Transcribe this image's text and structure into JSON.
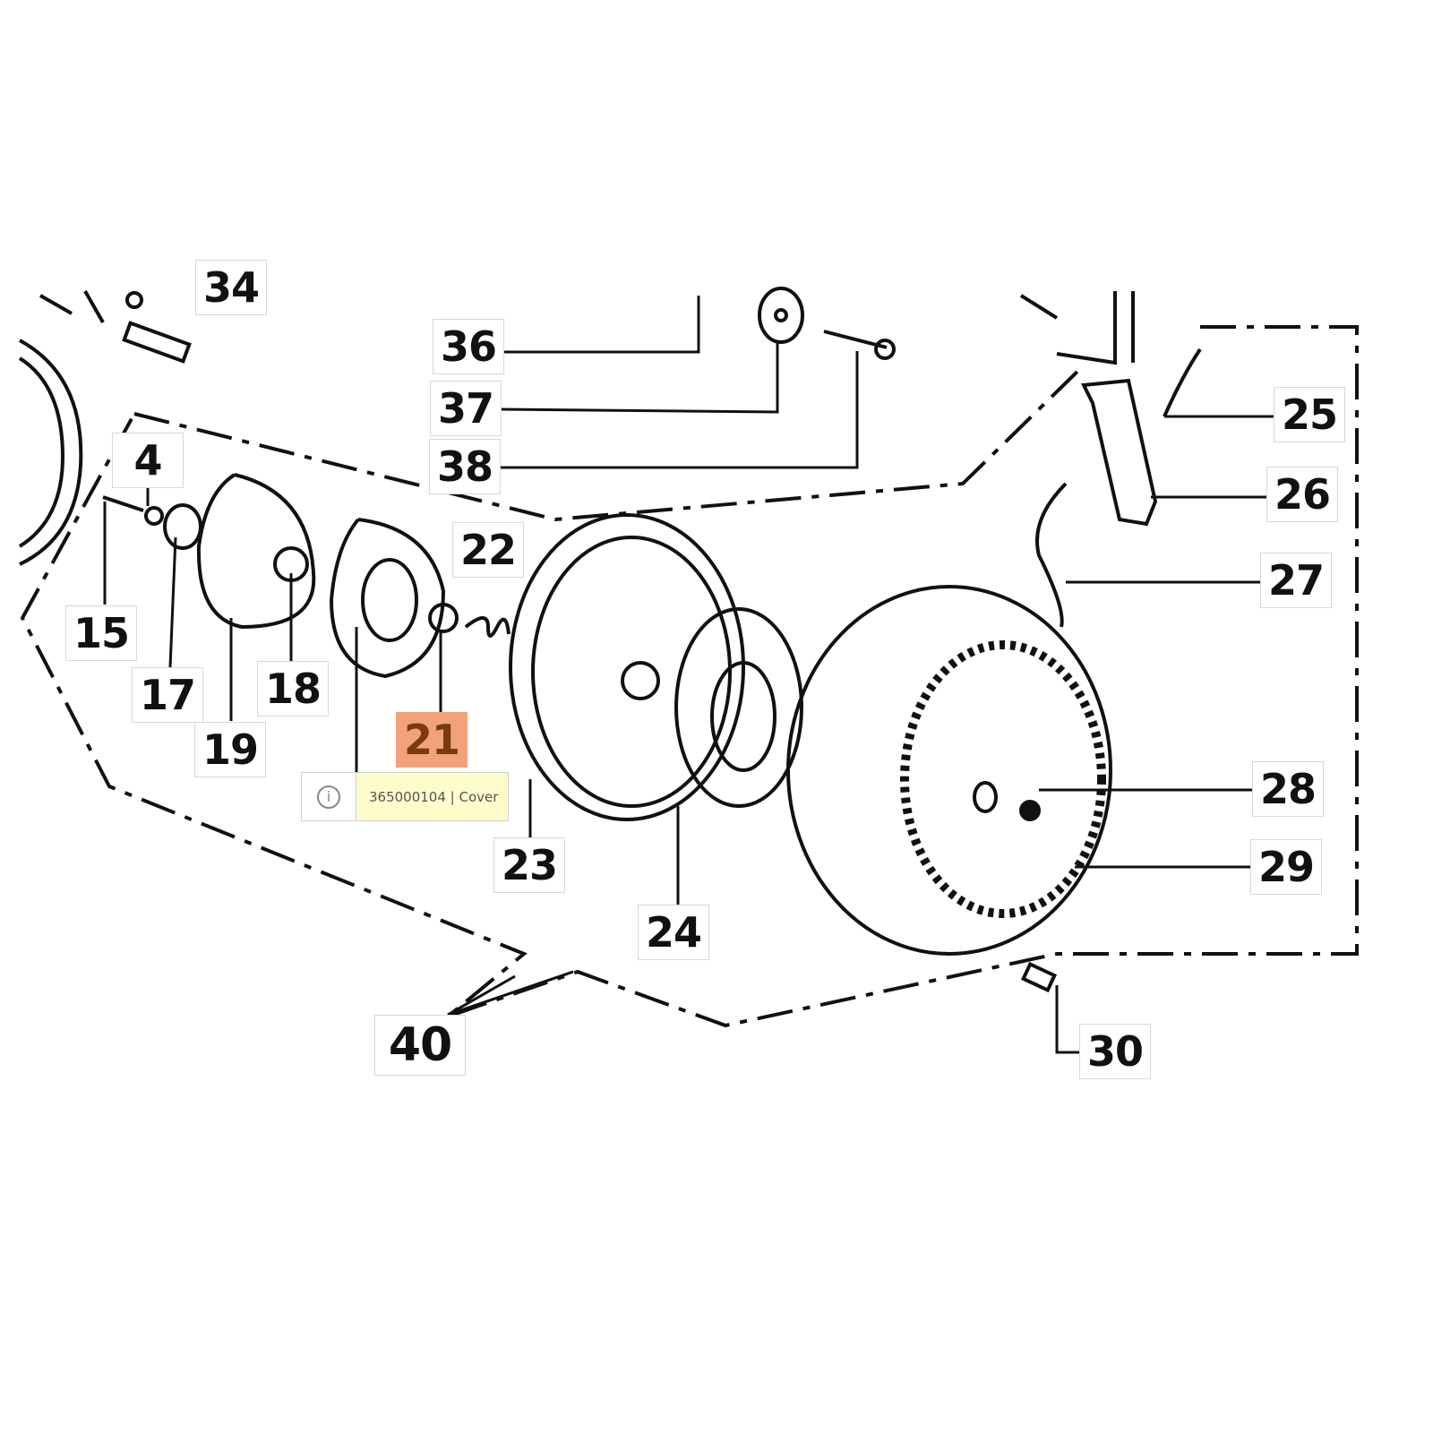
{
  "diagram": {
    "labels": [
      "34",
      "36",
      "37",
      "38",
      "4",
      "15",
      "17",
      "18",
      "19",
      "21",
      "22",
      "23",
      "24",
      "25",
      "26",
      "27",
      "28",
      "29",
      "30",
      "40"
    ],
    "highlighted_label": "21",
    "highlight_color": "#f2a27a"
  },
  "tooltip": {
    "icon": "info-icon",
    "icon_glyph": "i",
    "text": "365000104 | Cover"
  }
}
